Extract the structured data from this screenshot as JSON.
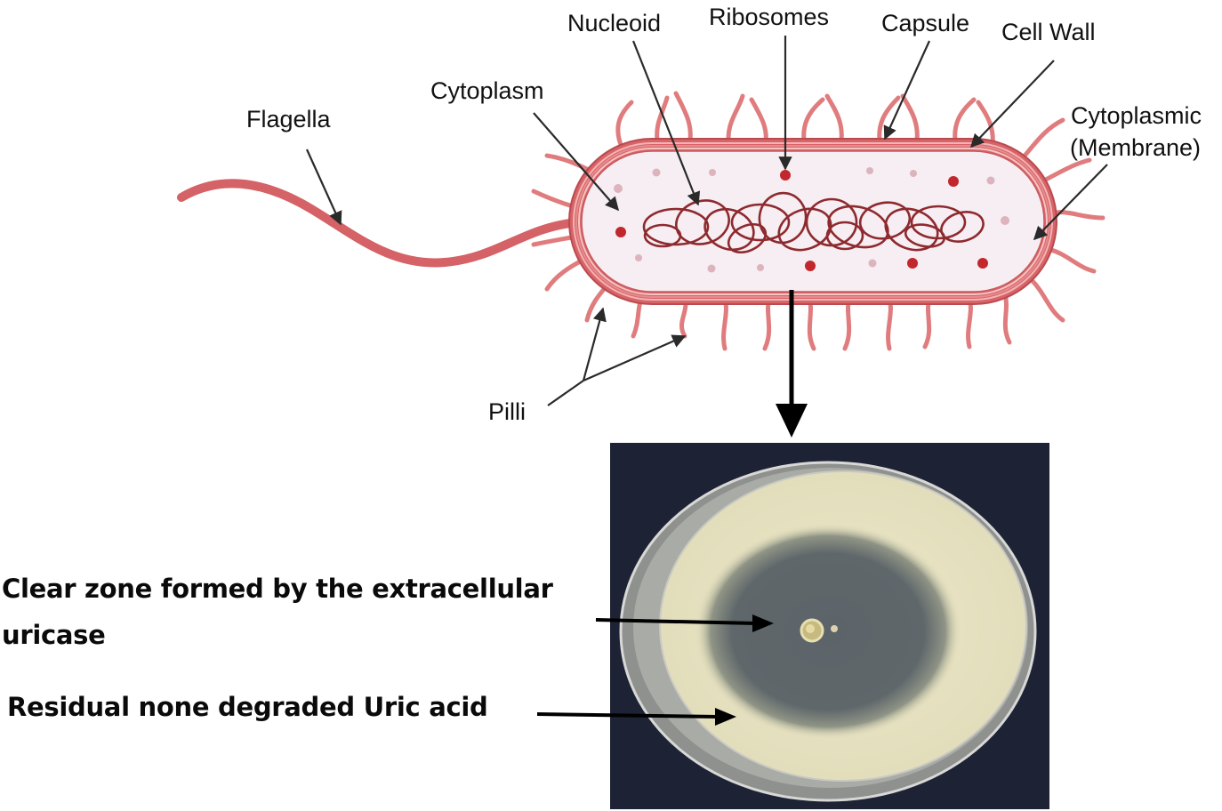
{
  "figure": {
    "top_panel": {
      "subject": "Bacterial cell diagram (rod-shaped bacterium)",
      "labels": {
        "flagella": "Flagella",
        "cytoplasm": "Cytoplasm",
        "nucleoid": "Nucleoid",
        "ribosomes": "Ribosomes",
        "capsule": "Capsule",
        "cell_wall": "Cell Wall",
        "cytoplasmic_line1": "Cytoplasmic",
        "cytoplasmic_line2": "(Membrane)",
        "pilli": "Pilli"
      }
    },
    "bottom_panel": {
      "subject": "Petri dish showing uricase clear zone",
      "captions": {
        "clear_zone_line1": "Clear zone formed by the extracellular",
        "clear_zone_line2": "uricase",
        "residual": "Residual none degraded Uric acid"
      }
    },
    "colors": {
      "cell_outline": "#c95a5e",
      "cell_fill": "#f6eef2",
      "flagella": "#d46266",
      "nucleoid": "#8e2a2f",
      "ribosome_dark": "#c1272d",
      "ribosome_light": "#d9a8b4",
      "photo_background": "#1d2235",
      "agar_opaque": "#e9e5c4",
      "clear_zone": "#5c6469"
    }
  }
}
